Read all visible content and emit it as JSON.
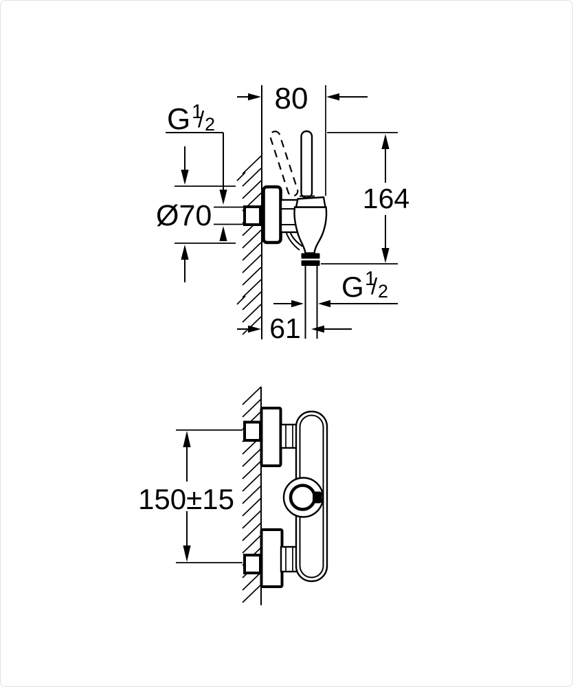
{
  "labels": {
    "top": {
      "depth": "80",
      "height": "164",
      "escutcheon_diameter": "Ø70",
      "outlet_offset": "61",
      "inlet_thread": {
        "g": "G",
        "num": "1",
        "slash": "/",
        "den": "2"
      },
      "outlet_thread": {
        "g": "G",
        "num": "1",
        "slash": "/",
        "den": "2"
      }
    },
    "bottom": {
      "center_distance": "150±15"
    }
  },
  "colors": {
    "line": "#000000",
    "background": "#ffffff",
    "frame": "#e2e2e2"
  }
}
